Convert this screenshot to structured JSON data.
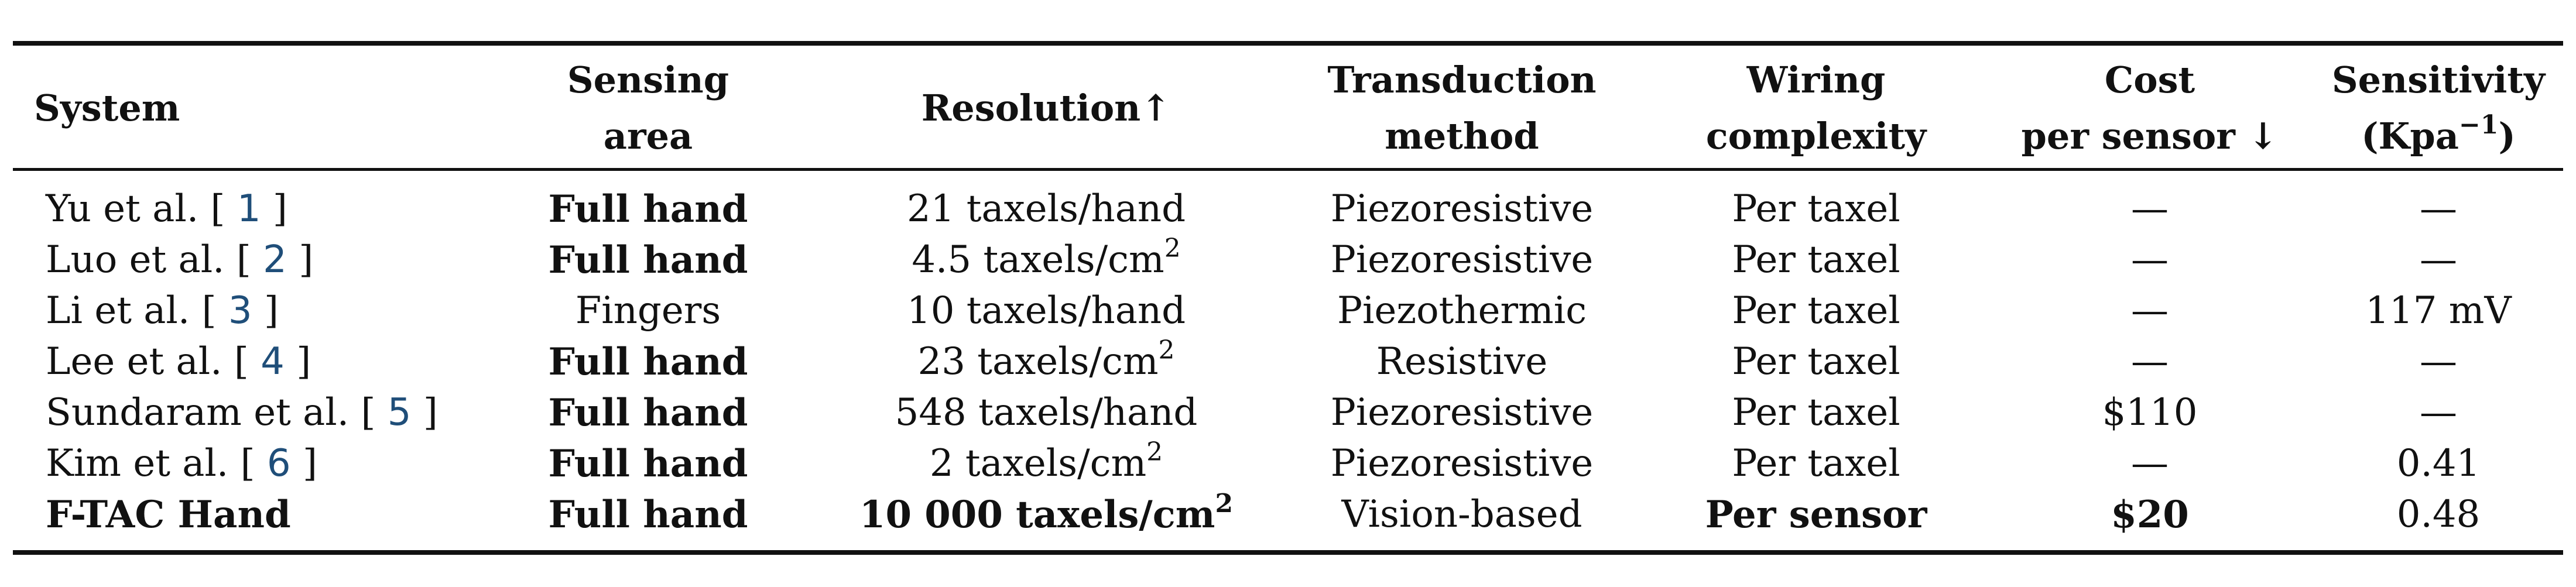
{
  "table": {
    "headers": [
      {
        "line1": "System",
        "line2": ""
      },
      {
        "line1": "Sensing",
        "line2": "area"
      },
      {
        "line1": "Resolution↑",
        "line2": ""
      },
      {
        "line1": "Transduction",
        "line2": "method"
      },
      {
        "line1": "Wiring",
        "line2": "complexity"
      },
      {
        "line1": "Cost",
        "line2": "per sensor ↓"
      },
      {
        "line1": "Sensitivity",
        "line2": "(Kpa",
        "line2_sup": "−1",
        "line2_end": ")"
      }
    ],
    "rows": [
      {
        "system": "Yu et al. ",
        "ref": "1",
        "area": "Full hand",
        "resolution": "21 taxels/hand",
        "resolution_sup": "",
        "method": "Piezoresistive",
        "wiring": "Per taxel",
        "cost": "—",
        "sensitivity": "—"
      },
      {
        "system": "Luo et al. ",
        "ref": "2",
        "area": "Full hand",
        "resolution": "4.5 taxels/cm",
        "resolution_sup": "2",
        "method": "Piezoresistive",
        "wiring": "Per taxel",
        "cost": "—",
        "sensitivity": "—"
      },
      {
        "system": "Li et al. ",
        "ref": "3",
        "area": "Fingers",
        "resolution": "10 taxels/hand",
        "resolution_sup": "",
        "method": "Piezothermic",
        "wiring": "Per taxel",
        "cost": "—",
        "sensitivity": "117 mV"
      },
      {
        "system": "Lee et al. ",
        "ref": "4",
        "area": "Full hand",
        "resolution": "23 taxels/cm",
        "resolution_sup": "2",
        "method": "Resistive",
        "wiring": "Per taxel",
        "cost": "—",
        "sensitivity": "—"
      },
      {
        "system": "Sundaram et al. ",
        "ref": "5",
        "area": "Full hand",
        "resolution": "548 taxels/hand",
        "resolution_sup": "",
        "method": "Piezoresistive",
        "wiring": "Per taxel",
        "cost": "$110",
        "sensitivity": "—"
      },
      {
        "system": "Kim et al. ",
        "ref": "6",
        "area": "Full hand",
        "resolution": "2 taxels/cm",
        "resolution_sup": "2",
        "method": "Piezoresistive",
        "wiring": "Per taxel",
        "cost": "—",
        "sensitivity": "0.41"
      },
      {
        "system": "F-TAC Hand",
        "ref": "",
        "area": "Full hand",
        "resolution": "10 000 taxels/cm",
        "resolution_sup": "2",
        "method": "Vision-based",
        "wiring": "Per sensor",
        "cost": "$20",
        "sensitivity": "0.48"
      }
    ]
  },
  "colors": {
    "text": "#111111",
    "citation": "#1f4e79",
    "rule": "#111111"
  }
}
